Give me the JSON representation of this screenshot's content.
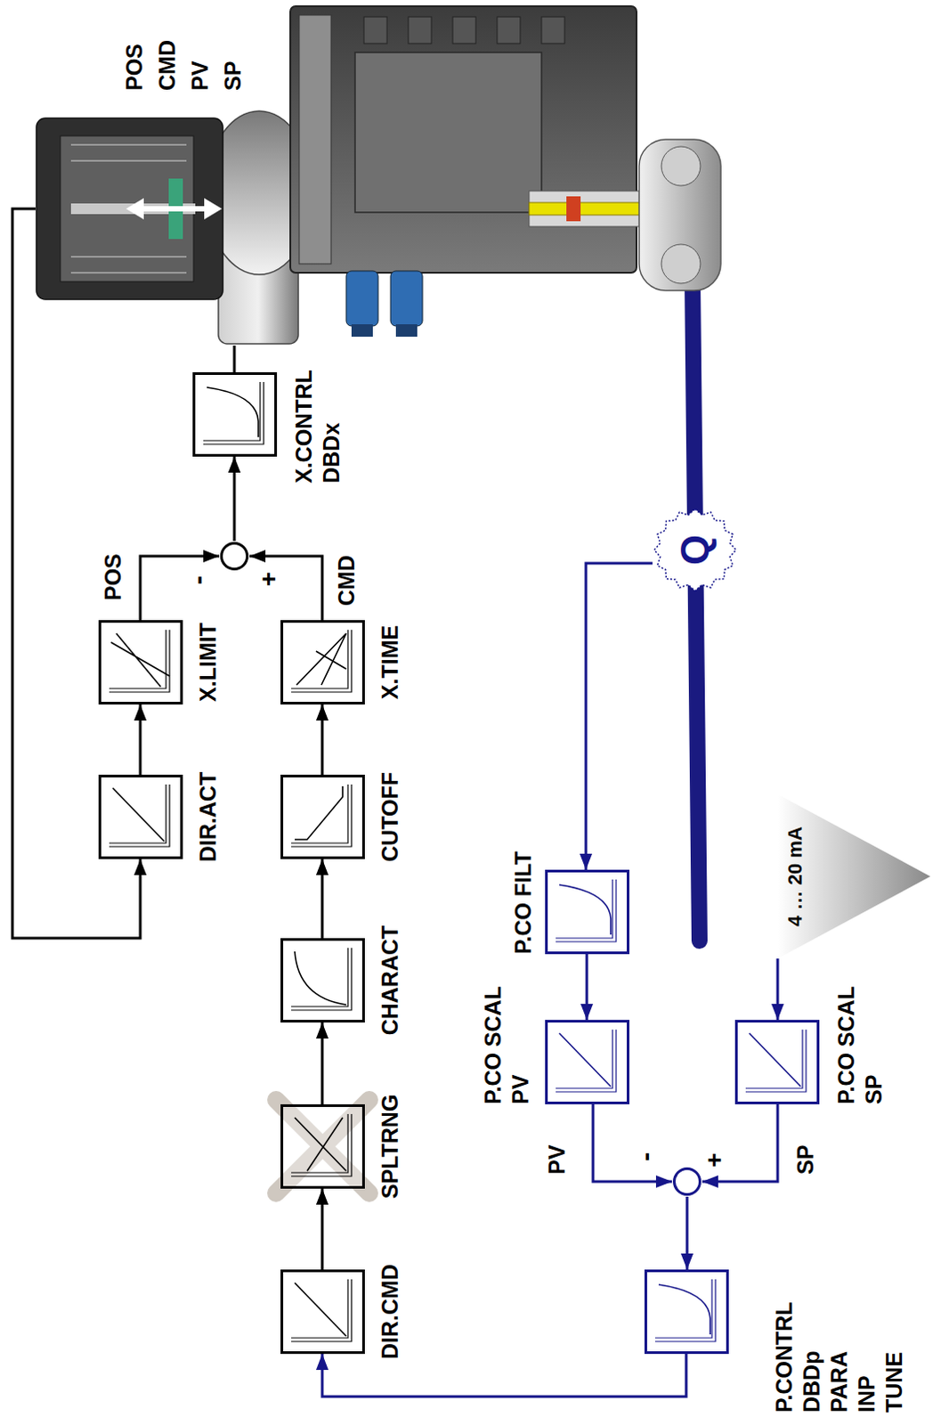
{
  "diagram": {
    "nodes": [
      {
        "text": [
          "POS CMD PV SP"
        ]
      },
      {
        "text": [
          "X.CONTRL",
          "DBDx"
        ]
      },
      {
        "text": []
      },
      {
        "text": [
          "X.LIMIT"
        ]
      },
      {
        "text": [
          "DIR.ACT"
        ]
      },
      {
        "text": [
          "X.TIME"
        ]
      },
      {
        "text": [
          "CUTOFF"
        ]
      },
      {
        "text": [
          "CHARACT"
        ]
      },
      {
        "text": [
          "SPLTRNG"
        ]
      },
      {
        "text": [
          "DIR.CMD"
        ]
      },
      {
        "text": [
          "Q"
        ]
      },
      {
        "text": [
          "P.CO FILT"
        ]
      },
      {
        "text": [
          "P.CO SCAL",
          "PV"
        ]
      },
      {
        "text": [
          "4 … 20 mA"
        ]
      },
      {
        "text": [
          "P.CO SCAL",
          "SP"
        ]
      },
      {
        "text": []
      },
      {
        "text": [
          "P.CONTRL",
          "DBDp",
          "PARA",
          "INP",
          "TUNE"
        ]
      }
    ],
    "edges": [
      {
        "from": 0,
        "to": 4,
        "arrow": "to"
      },
      {
        "from": 4,
        "to": 3,
        "arrow": "to"
      },
      {
        "from": 3,
        "to": 2,
        "arrow": "to"
      },
      {
        "from": 5,
        "to": 2,
        "arrow": "to"
      },
      {
        "from": 2,
        "to": 1,
        "arrow": "to"
      },
      {
        "from": 1,
        "to": 0,
        "arrow": "none"
      },
      {
        "from": 9,
        "to": 8,
        "arrow": "to"
      },
      {
        "from": 8,
        "to": 7,
        "arrow": "to"
      },
      {
        "from": 7,
        "to": 6,
        "arrow": "to"
      },
      {
        "from": 6,
        "to": 5,
        "arrow": "to"
      },
      {
        "from": 16,
        "to": 9,
        "arrow": "to"
      },
      {
        "from": 10,
        "to": 11,
        "arrow": "to"
      },
      {
        "from": 11,
        "to": 12,
        "arrow": "to"
      },
      {
        "from": 12,
        "to": 15,
        "arrow": "to"
      },
      {
        "from": 13,
        "to": 14,
        "arrow": "to"
      },
      {
        "from": 14,
        "to": 15,
        "arrow": "to"
      },
      {
        "from": 15,
        "to": 16,
        "arrow": "to"
      }
    ],
    "labels": [
      "POS",
      "-",
      "CMD",
      "+",
      "PV",
      "-",
      "SP",
      "+"
    ]
  }
}
